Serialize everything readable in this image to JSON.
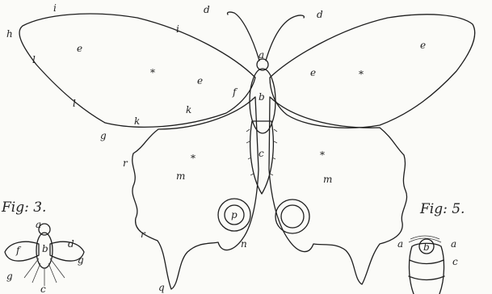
{
  "figures": {
    "fig3": "Fig: 3.",
    "fig5": "Fig: 5."
  },
  "labels": {
    "a": "a",
    "b": "b",
    "c": "c",
    "d": "d",
    "e": "e",
    "f": "f",
    "g": "g",
    "h": "h",
    "i": "i",
    "k": "k",
    "l": "l",
    "m": "m",
    "n": "n",
    "p": "p",
    "q": "q",
    "r": "r",
    "star": "*"
  }
}
